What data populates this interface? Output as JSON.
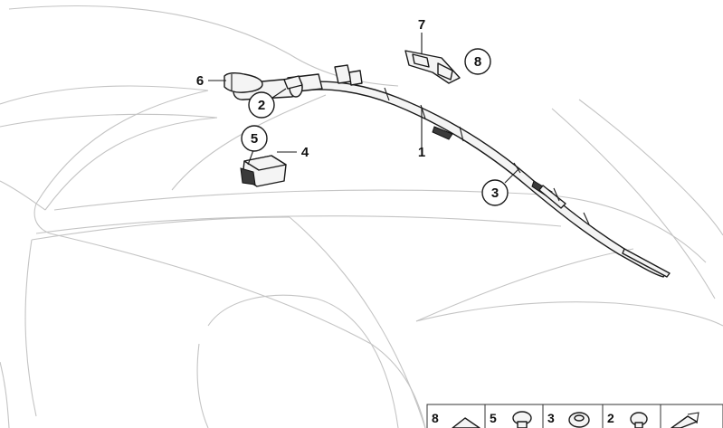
{
  "diagram": {
    "callouts": [
      "1",
      "2",
      "3",
      "4",
      "5",
      "6",
      "7",
      "8"
    ],
    "legend": [
      "8",
      "5",
      "3",
      "2"
    ],
    "legend_icons": [
      "wedge-clip-icon",
      "round-button-clip-icon",
      "round-grommet-icon",
      "small-round-clip-icon",
      "arrow-icon"
    ]
  }
}
